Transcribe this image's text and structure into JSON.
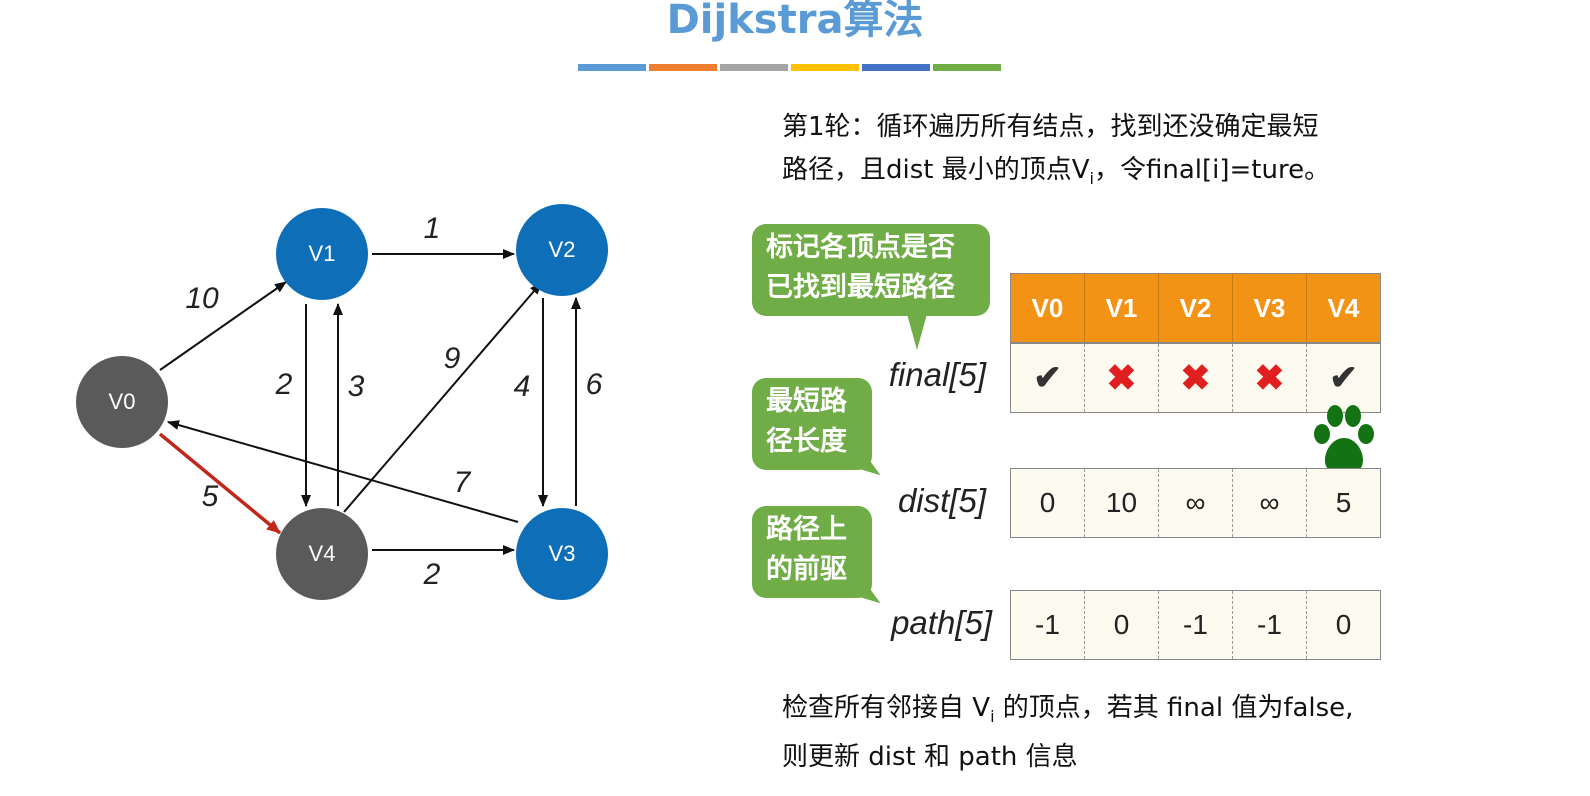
{
  "title": "Dijkstra算法",
  "title_bar_colors": [
    "#5b9bd5",
    "#ed7d31",
    "#a5a5a5",
    "#ffc000",
    "#4472c4",
    "#70ad47"
  ],
  "graph": {
    "nodes": [
      {
        "id": "V0",
        "label": "V0",
        "color": "#5a5a5a"
      },
      {
        "id": "V1",
        "label": "V1",
        "color": "#0e6fb8"
      },
      {
        "id": "V2",
        "label": "V2",
        "color": "#0e6fb8"
      },
      {
        "id": "V3",
        "label": "V3",
        "color": "#0e6fb8"
      },
      {
        "id": "V4",
        "label": "V4",
        "color": "#5a5a5a"
      }
    ],
    "edges": [
      {
        "from": "V0",
        "to": "V1",
        "weight": "10",
        "highlight": false
      },
      {
        "from": "V0",
        "to": "V4",
        "weight": "5",
        "highlight": true
      },
      {
        "from": "V1",
        "to": "V2",
        "weight": "1",
        "highlight": false
      },
      {
        "from": "V1",
        "to": "V4",
        "weight": "2",
        "highlight": false
      },
      {
        "from": "V4",
        "to": "V1",
        "weight": "3",
        "highlight": false
      },
      {
        "from": "V4",
        "to": "V2",
        "weight": "9",
        "highlight": false
      },
      {
        "from": "V2",
        "to": "V3",
        "weight": "4",
        "highlight": false
      },
      {
        "from": "V3",
        "to": "V2",
        "weight": "6",
        "highlight": false
      },
      {
        "from": "V3",
        "to": "V0",
        "weight": "7",
        "highlight": false
      },
      {
        "from": "V4",
        "to": "V3",
        "weight": "2",
        "highlight": false
      }
    ],
    "highlight_color": "#c0281c"
  },
  "step_text_line1": "第1轮：循环遍历所有结点，找到还没确定最短",
  "step_text_line2_prefix": "路径，且dist 最小的顶点V",
  "step_text_line2_sub": "i",
  "step_text_line2_suffix": "，令final[i]=ture。",
  "callouts": {
    "final_note_line1": "标记各顶点是否",
    "final_note_line2": "已找到最短路径",
    "dist_note_line1": "最短路",
    "dist_note_line2": "径长度",
    "path_note_line1": "路径上",
    "path_note_line2": "的前驱",
    "color": "#70ad47"
  },
  "table": {
    "headers": [
      "V0",
      "V1",
      "V2",
      "V3",
      "V4"
    ],
    "header_color": "#f29315",
    "final_label": "final[5]",
    "final_values": [
      "check",
      "cross",
      "cross",
      "cross",
      "check"
    ],
    "dist_label": "dist[5]",
    "dist_values": [
      "0",
      "10",
      "∞",
      "∞",
      "5"
    ],
    "path_label": "path[5]",
    "path_values": [
      "-1",
      "0",
      "-1",
      "-1",
      "0"
    ]
  },
  "paw_icon": "paw-print-icon",
  "paw_color": "#137313",
  "bottom_text_line1_prefix": "检查所有邻接自 V",
  "bottom_text_line1_sub": "i",
  "bottom_text_line1_suffix": " 的顶点，若其 final 值为false,",
  "bottom_text_line2": "则更新 dist 和 path 信息"
}
